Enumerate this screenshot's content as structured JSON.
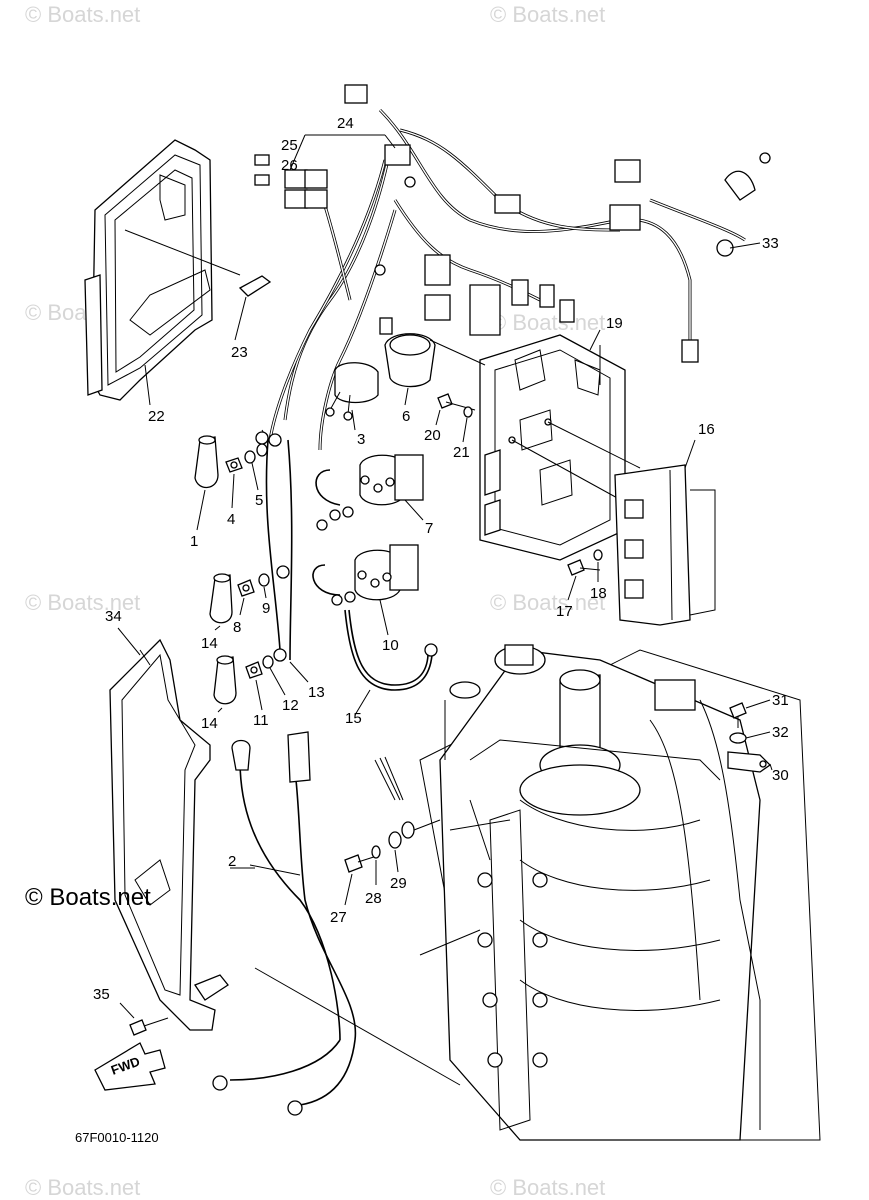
{
  "diagram": {
    "part_code": "67F0010-1120",
    "watermark": "© Boats.net",
    "main_watermark": "© Boats.net",
    "fwd_label": "FWD",
    "callouts": [
      {
        "id": "c1",
        "label": "1"
      },
      {
        "id": "c2",
        "label": "2"
      },
      {
        "id": "c3",
        "label": "3"
      },
      {
        "id": "c4",
        "label": "4"
      },
      {
        "id": "c5",
        "label": "5"
      },
      {
        "id": "c6",
        "label": "6"
      },
      {
        "id": "c7",
        "label": "7"
      },
      {
        "id": "c8",
        "label": "8"
      },
      {
        "id": "c9",
        "label": "9"
      },
      {
        "id": "c10",
        "label": "10"
      },
      {
        "id": "c11",
        "label": "11"
      },
      {
        "id": "c12",
        "label": "12"
      },
      {
        "id": "c13",
        "label": "13"
      },
      {
        "id": "c14a",
        "label": "14"
      },
      {
        "id": "c14b",
        "label": "14"
      },
      {
        "id": "c15",
        "label": "15"
      },
      {
        "id": "c16",
        "label": "16"
      },
      {
        "id": "c17",
        "label": "17"
      },
      {
        "id": "c18",
        "label": "18"
      },
      {
        "id": "c19",
        "label": "19"
      },
      {
        "id": "c20",
        "label": "20"
      },
      {
        "id": "c21",
        "label": "21"
      },
      {
        "id": "c22",
        "label": "22"
      },
      {
        "id": "c23",
        "label": "23"
      },
      {
        "id": "c24",
        "label": "24"
      },
      {
        "id": "c25",
        "label": "25"
      },
      {
        "id": "c26",
        "label": "26"
      },
      {
        "id": "c27",
        "label": "27"
      },
      {
        "id": "c28",
        "label": "28"
      },
      {
        "id": "c29",
        "label": "29"
      },
      {
        "id": "c30",
        "label": "30"
      },
      {
        "id": "c31",
        "label": "31"
      },
      {
        "id": "c32",
        "label": "32"
      },
      {
        "id": "c33",
        "label": "33"
      },
      {
        "id": "c34",
        "label": "34"
      },
      {
        "id": "c35",
        "label": "35"
      }
    ]
  }
}
